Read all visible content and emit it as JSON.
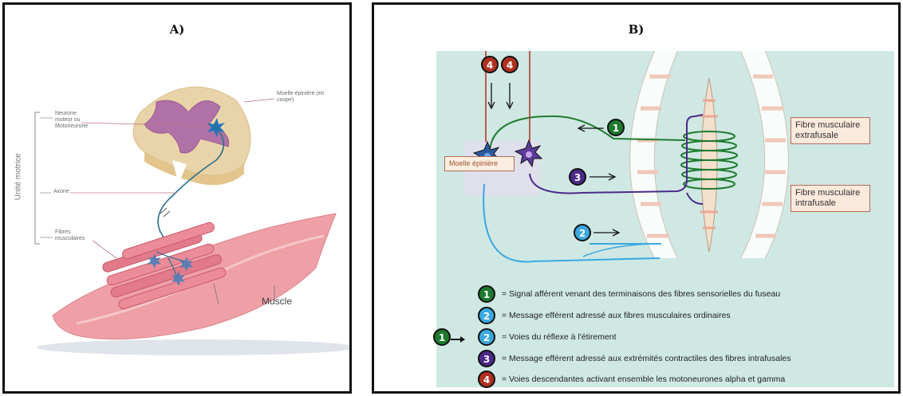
{
  "panel_a": {
    "title": "A)",
    "labels": {
      "moelle": "Moelle épinière (en coupe)",
      "neurone": "Neurone moteur ou Motoneurone",
      "unite": "Unité motrice",
      "axone": "Axone",
      "fibres": "Fibres musculaires",
      "muscle": "Muscle"
    }
  },
  "panel_b": {
    "title": "B)",
    "moelle_box": "Moelle épinière",
    "fibre_extra": "Fibre musculaire extrafusale",
    "fibre_intra": "Fibre musculaire intrafusale",
    "badges": {
      "one": "1",
      "two": "2",
      "three": "3",
      "four": "4"
    },
    "legend": [
      {
        "num": "1",
        "text": "= Signal afférent venant des terminaisons des fibres sensorielles du fuseau"
      },
      {
        "num": "2",
        "text": "= Message efférent adressé aux fibres musculaires ordinaires"
      },
      {
        "num": "1→2",
        "text": "= Voies du réflexe à l'étirement"
      },
      {
        "num": "3",
        "text": "= Message efférent adressé aux extrémités contractiles des fibres intrafusales"
      },
      {
        "num": "4",
        "text": "= Voies descendantes activant ensemble les motoneurones alpha et gamma"
      }
    ],
    "colors": {
      "green": "#1e7a2e",
      "light_blue": "#3aa8e0",
      "purple": "#4b2a8a",
      "red": "#b03020",
      "background": "#cfe8e3"
    }
  }
}
